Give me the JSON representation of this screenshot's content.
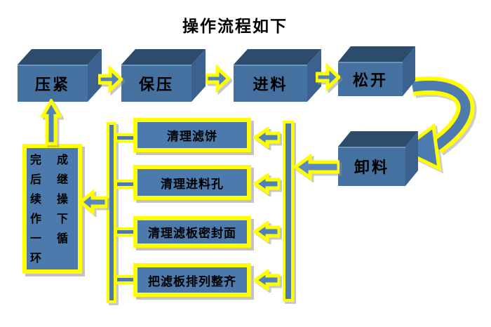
{
  "title": "操作流程如下",
  "top_flow": [
    {
      "label": "压紧"
    },
    {
      "label": "保压"
    },
    {
      "label": "进料"
    },
    {
      "label": "松开"
    }
  ],
  "unload": {
    "label": "卸料"
  },
  "tasks": [
    "清理滤饼",
    "清理进料孔",
    "清理滤板密封面",
    "把滤板排列整齐"
  ],
  "loop_note": {
    "text": "完成后继续操作下一循环",
    "lines": [
      "完成",
      "后继",
      "续操",
      "作下",
      "一循",
      "环"
    ]
  },
  "colors": {
    "cube_front": "#44719f",
    "cube_top": "#2d4b6a",
    "cube_side": "#3a6190",
    "panel_fill": "#4c7aac",
    "arrow_fill": "#4f81bd",
    "outline_yellow": "#ffff00",
    "text": "#000000",
    "background": "#ffffff"
  }
}
